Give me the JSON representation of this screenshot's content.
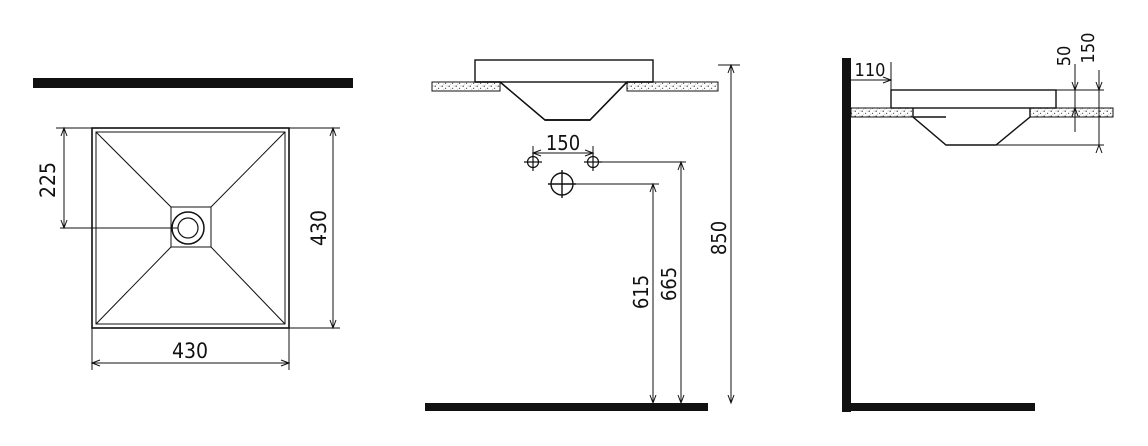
{
  "plan_view": {
    "dim_width": "430",
    "dim_depth": "430",
    "dim_drain_offset": "225"
  },
  "front_view": {
    "dim_tap_spacing": "150",
    "dim_drain_height": "615",
    "dim_tap_height": "665",
    "dim_counter_height": "850"
  },
  "side_view": {
    "dim_wall_offset": "110",
    "dim_rim_height": "50",
    "dim_basin_height": "150"
  },
  "colors": {
    "line": "#111111",
    "fill": "#ffffff",
    "stone_speckle": "#555555"
  }
}
